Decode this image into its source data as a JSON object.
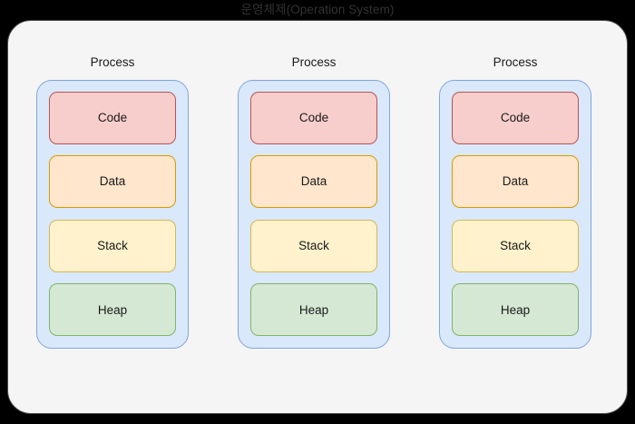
{
  "diagram": {
    "type": "block-diagram",
    "title": "운영체제(Operation System)",
    "title_color": "#333333",
    "background_color": "#000000",
    "panel": {
      "name": "operating-system-panel",
      "fill_color": "#f5f5f5",
      "border_color": "#4d4d4d"
    },
    "segment_styles": {
      "Code": {
        "fill": "#f8cecc",
        "border": "#b85450"
      },
      "Data": {
        "fill": "#ffe6cc",
        "border": "#d79b00"
      },
      "Stack": {
        "fill": "#fff2cc",
        "border": "#d6b656"
      },
      "Heap": {
        "fill": "#d5e8d4",
        "border": "#82b366"
      }
    },
    "process_style": {
      "fill": "#dae8fc",
      "border": "#7ea6d9"
    },
    "processes": [
      {
        "label": "Process",
        "segments": [
          {
            "label": "Code",
            "kind": "code"
          },
          {
            "label": "Data",
            "kind": "data"
          },
          {
            "label": "Stack",
            "kind": "stack"
          },
          {
            "label": "Heap",
            "kind": "heap"
          }
        ]
      },
      {
        "label": "Process",
        "segments": [
          {
            "label": "Code",
            "kind": "code"
          },
          {
            "label": "Data",
            "kind": "data"
          },
          {
            "label": "Stack",
            "kind": "stack"
          },
          {
            "label": "Heap",
            "kind": "heap"
          }
        ]
      },
      {
        "label": "Process",
        "segments": [
          {
            "label": "Code",
            "kind": "code"
          },
          {
            "label": "Data",
            "kind": "data"
          },
          {
            "label": "Stack",
            "kind": "stack"
          },
          {
            "label": "Heap",
            "kind": "heap"
          }
        ]
      }
    ]
  }
}
